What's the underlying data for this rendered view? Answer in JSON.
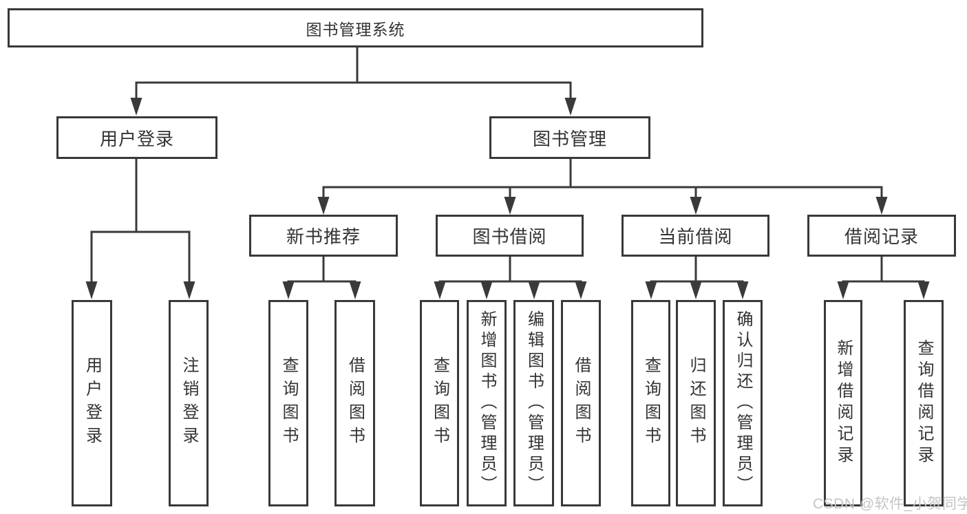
{
  "diagram": {
    "root": "图书管理系统",
    "branches": {
      "user_login": {
        "label": "用户登录",
        "children": [
          "用户登录",
          "注销登录"
        ]
      },
      "book_mgmt": {
        "label": "图书管理",
        "groups": [
          {
            "label": "新书推荐",
            "children": [
              "查询图书",
              "借阅图书"
            ]
          },
          {
            "label": "图书借阅",
            "children": [
              "查询图书",
              "新增图书（管理员）",
              "编辑图书（管理员）",
              "借阅图书"
            ]
          },
          {
            "label": "当前借阅",
            "children": [
              "查询图书",
              "归还图书",
              "确认归还（管理员）"
            ]
          },
          {
            "label": "借阅记录",
            "children": [
              "新增借阅记录",
              "查询借阅记录"
            ]
          }
        ]
      }
    }
  },
  "watermark": {
    "text": "CSDN @软件_小贺同学"
  },
  "colors": {
    "border": "#383838",
    "connector": "#3a3a3a",
    "text": "#333333",
    "background": "#ffffff",
    "watermark": "#c4c4c4"
  }
}
